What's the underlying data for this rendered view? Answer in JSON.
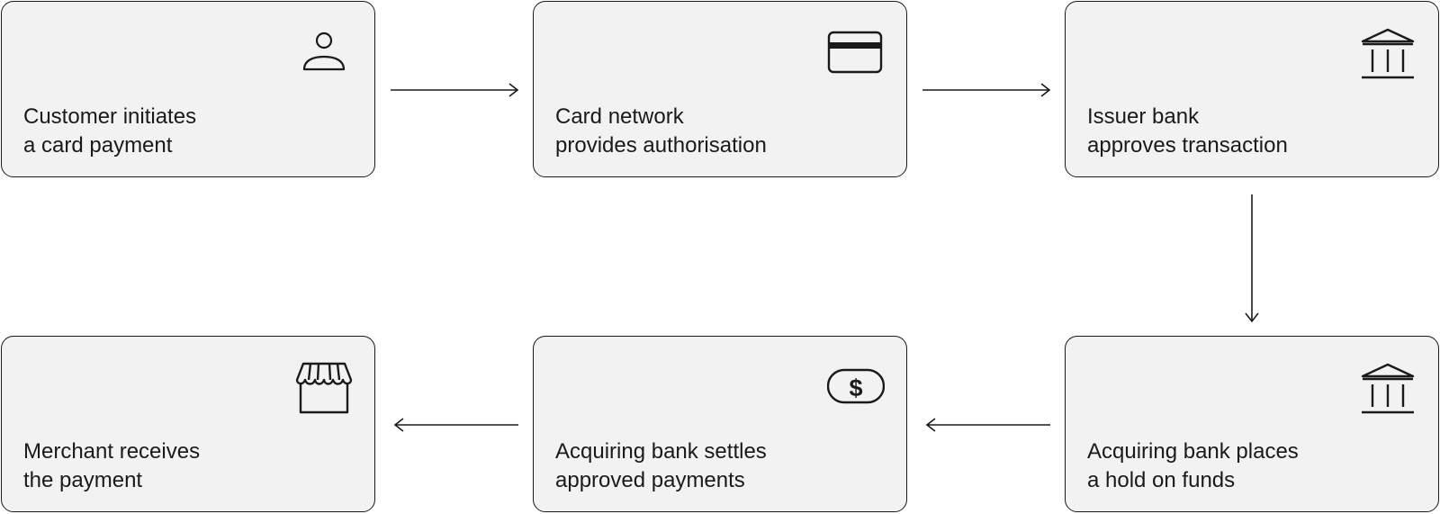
{
  "steps": [
    {
      "line1": "Customer initiates",
      "line2": "a card payment",
      "icon": "person-icon"
    },
    {
      "line1": "Card network",
      "line2": "provides authorisation",
      "icon": "credit-card-icon"
    },
    {
      "line1": "Issuer bank",
      "line2": "approves transaction",
      "icon": "bank-icon"
    },
    {
      "line1": "Acquiring bank places",
      "line2": "a hold on funds",
      "icon": "bank-icon"
    },
    {
      "line1": "Acquiring bank settles",
      "line2": "approved payments",
      "icon": "dollar-bill-icon"
    },
    {
      "line1": "Merchant receives",
      "line2": "the payment",
      "icon": "storefront-icon"
    }
  ],
  "colors": {
    "card_fill": "#f2f2f2",
    "stroke": "#1a1a1a",
    "background": "#ffffff"
  },
  "flow": [
    {
      "from": 1,
      "to": 2,
      "direction": "right"
    },
    {
      "from": 2,
      "to": 3,
      "direction": "right"
    },
    {
      "from": 3,
      "to": 4,
      "direction": "down"
    },
    {
      "from": 4,
      "to": 5,
      "direction": "left"
    },
    {
      "from": 5,
      "to": 6,
      "direction": "left"
    }
  ]
}
